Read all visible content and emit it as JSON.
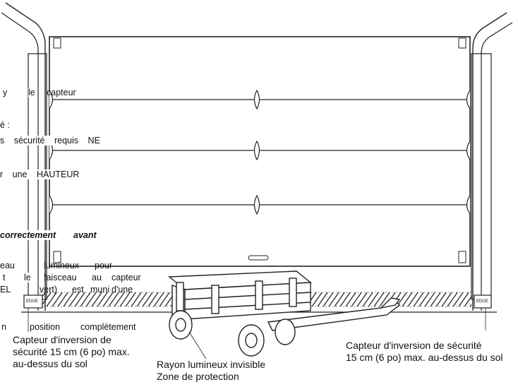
{
  "manual_text": {
    "frag1a": "y",
    "frag1b": "le",
    "frag1c": "capteur",
    "frag2": "é :",
    "frag3": "s sécurité requis NE",
    "frag4": "r une HAUTEUR",
    "frag5a": "correctement",
    "frag5b": "avant",
    "frag6a": "eau",
    "frag6b": "lumineux",
    "frag6c": "pour",
    "frag7a": "t",
    "frag7b": "le",
    "frag7c": "faisceau",
    "frag7d": "au",
    "frag7e": "capteur",
    "frag8a": "EL",
    "frag8b": "vert)",
    "frag8c": "est",
    "frag8d": "muni",
    "frag8e": "d'une",
    "frag9a": "n",
    "frag9b": "position",
    "frag9c": "complètement"
  },
  "labels": {
    "left_sensor": [
      "Capteur d'inversion de",
      "sécurité 15 cm (6 po) max.",
      "au-dessus du sol"
    ],
    "beam": [
      "Rayon lumineux invisible",
      "Zone de protection"
    ],
    "right_sensor": [
      "Capteur d'inversion de sécurité",
      "15 cm (6 po) max. au-dessus du sol"
    ],
    "left_sensor_tag": "EDGE",
    "right_sensor_tag": "EDGE"
  },
  "colors": {
    "line": "#222222",
    "background": "#ffffff"
  }
}
